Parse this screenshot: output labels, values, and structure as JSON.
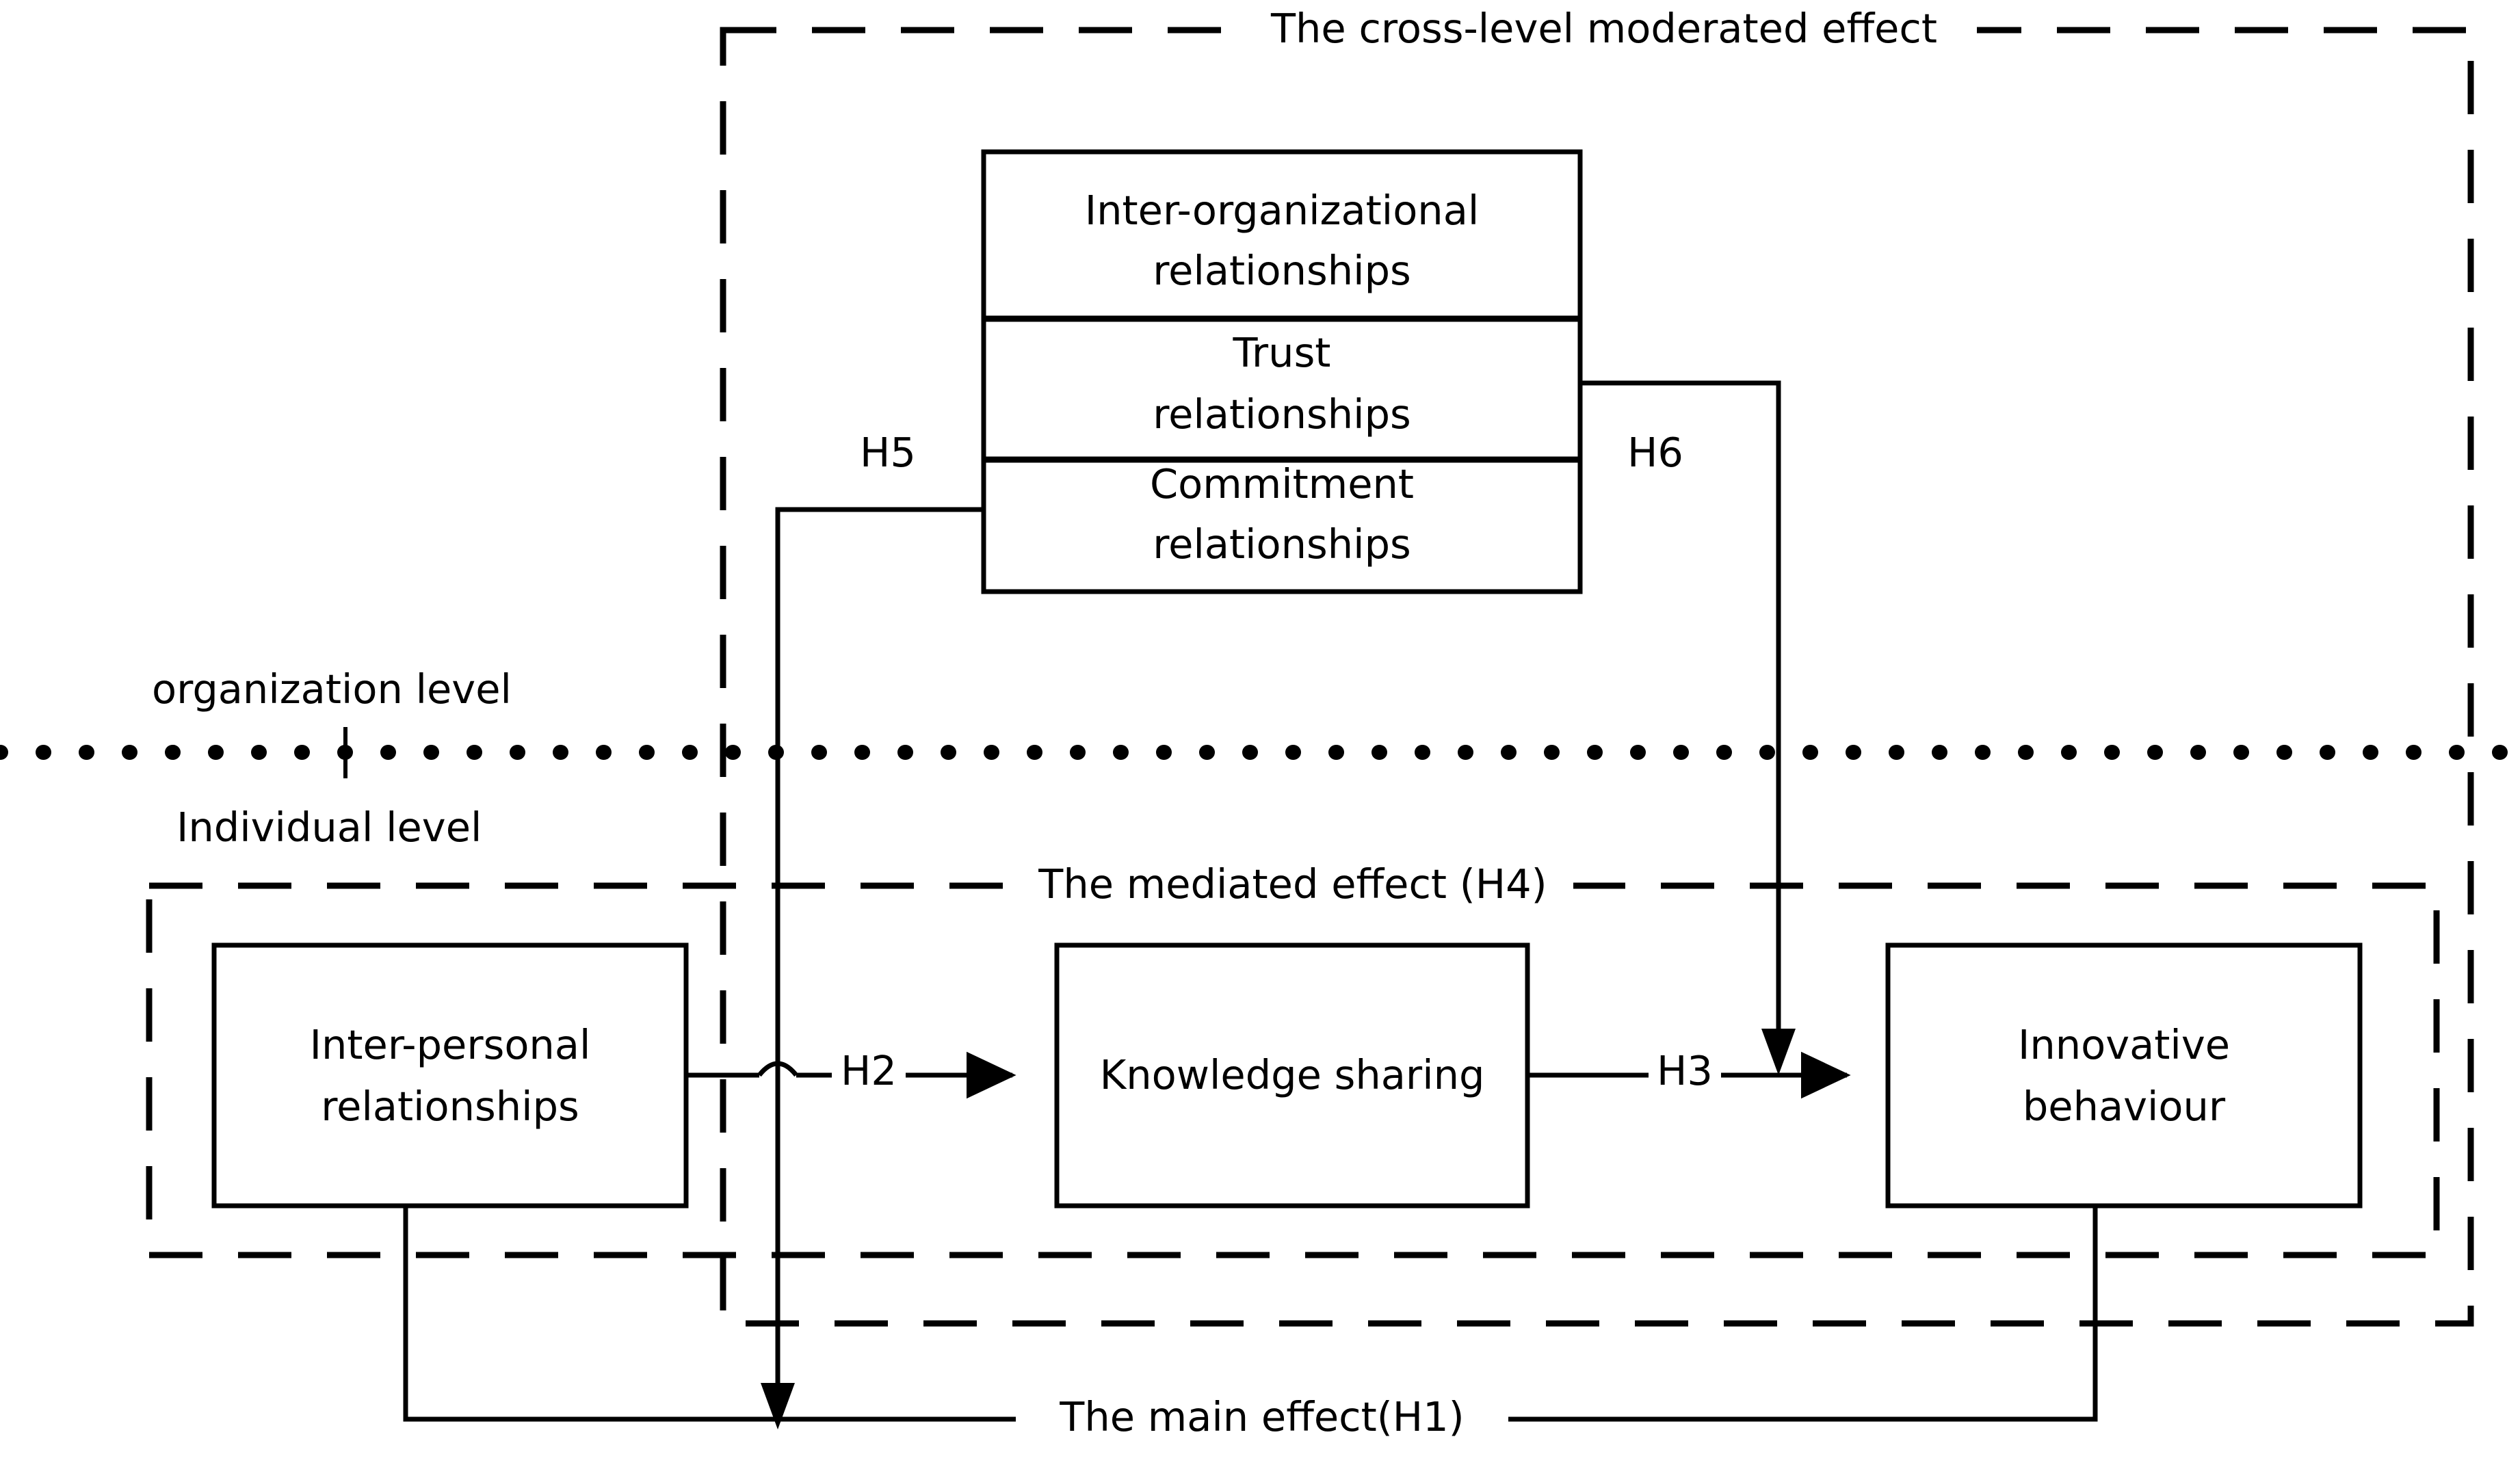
{
  "diagram": {
    "title_groups": {
      "cross_level": "The cross-level moderated effect",
      "mediated": "The mediated effect (H4)",
      "main": "The main effect(H1)"
    },
    "levels": {
      "upper": "organization level",
      "lower": "Individual level"
    },
    "organization_box": {
      "rows": [
        "Inter-organizational\nrelationships",
        "Trust\nrelationships",
        "Commitment\nrelationships"
      ],
      "row_1_line_1": "Inter-organizational",
      "row_1_line_2": "relationships",
      "row_2_line_1": "Trust",
      "row_2_line_2": "relationships",
      "row_3_line_1": "Commitment",
      "row_3_line_2": "relationships"
    },
    "nodes": {
      "inter_personal_line_1": "Inter-personal",
      "inter_personal_line_2": "relationships",
      "knowledge_sharing": "Knowledge sharing",
      "innovative_line_1": "Innovative",
      "innovative_line_2": "behaviour"
    },
    "hypotheses": {
      "h2": "H2",
      "h3": "H3",
      "h5": "H5",
      "h6": "H6"
    },
    "colors": {
      "stroke": "#000000",
      "background": "#ffffff"
    }
  }
}
